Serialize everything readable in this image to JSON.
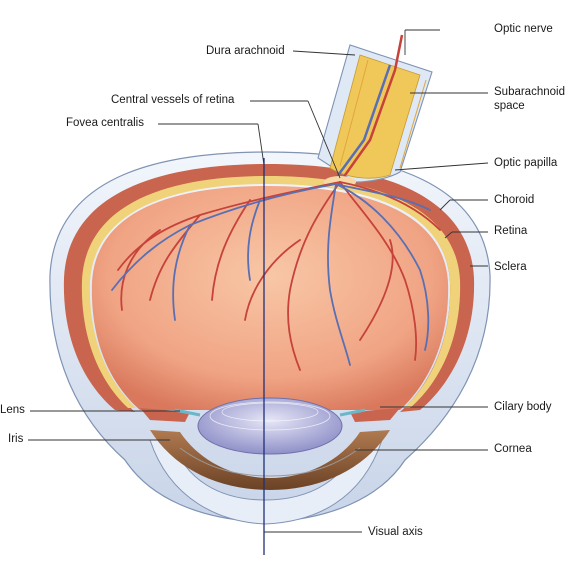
{
  "labels": {
    "optic_nerve": "Optic nerve",
    "dura_arachnoid": "Dura arachnoid",
    "subarachnoid_line1": "Subarachnoid",
    "subarachnoid_line2": "space",
    "central_vessels": "Central vessels of retina",
    "fovea_centralis": "Fovea centralis",
    "optic_papilla": "Optic papilla",
    "choroid": "Choroid",
    "retina": "Retina",
    "sclera": "Sclera",
    "lens": "Lens",
    "iris": "Iris",
    "ciliary_body": "Cilary body",
    "cornea": "Cornea",
    "visual_axis": "Visual axis"
  },
  "colors": {
    "sclera": "#dfe8f5",
    "sclera_edge": "#7f93b3",
    "choroid": "#c9644e",
    "retina_band": "#f0d27a",
    "fundus": "#f2a988",
    "fundus_deep": "#d9785c",
    "artery": "#c6423a",
    "vein": "#5a6fb3",
    "lens": "#c9c9ea",
    "iris": "#8a5a3a",
    "nerve_yellow": "#f0c85a",
    "axis": "#1f2f7a"
  }
}
